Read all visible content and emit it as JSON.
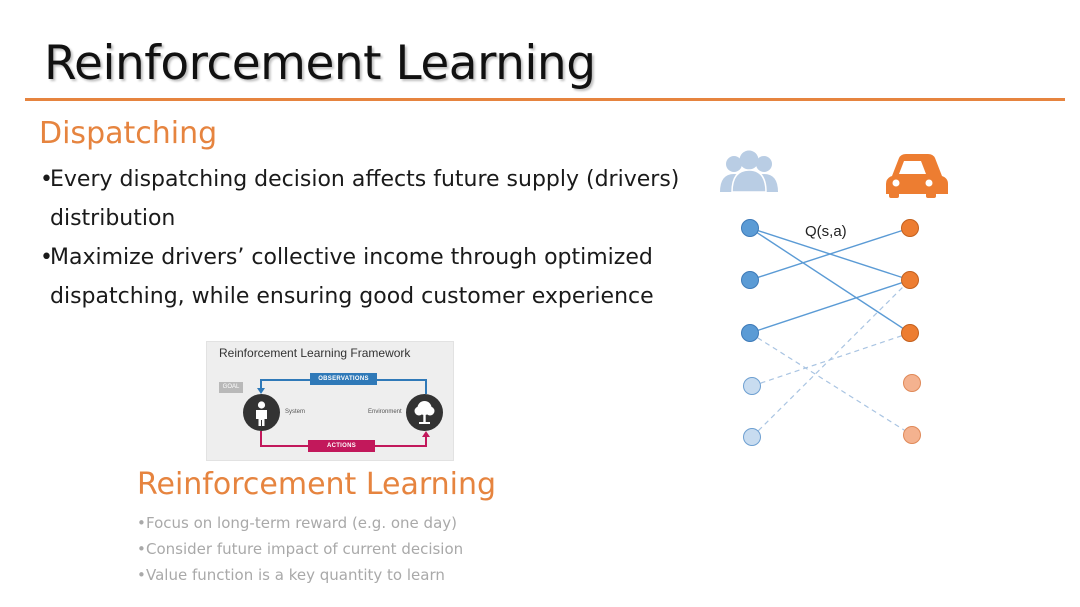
{
  "slide": {
    "title": "Reinforcement Learning",
    "section_heading": "Dispatching",
    "bullets": [
      "Every dispatching decision affects future supply (drivers) distribution",
      "Maximize drivers’ collective income through optimized dispatching, while ensuring good customer experience"
    ]
  },
  "framework": {
    "title": "Reinforcement Learning Framework",
    "goal_label": "GOAL",
    "observations_label": "OBSERVATIONS",
    "actions_label": "ACTIONS",
    "system_label": "System",
    "environment_label": "Environment",
    "icons": [
      "person-icon",
      "tree-icon"
    ]
  },
  "rl_section": {
    "heading": "Reinforcement Learning",
    "bullets": [
      "Focus on long-term reward (e.g. one day)",
      "Consider future impact of current decision",
      "Value function is a key quantity to learn"
    ]
  },
  "matching_diagram": {
    "edge_label": "Q(s,a)",
    "icons": [
      "group-people-icon",
      "car-icon"
    ],
    "left_nodes": 5,
    "right_nodes": 5
  },
  "colors": {
    "accent_orange": "#e6843f",
    "passenger_blue": "#5b9bd5",
    "passenger_light": "#c8dcf0",
    "driver_orange": "#ed7d31",
    "driver_light": "#f4b28f",
    "people_icon": "#b9cde4"
  }
}
